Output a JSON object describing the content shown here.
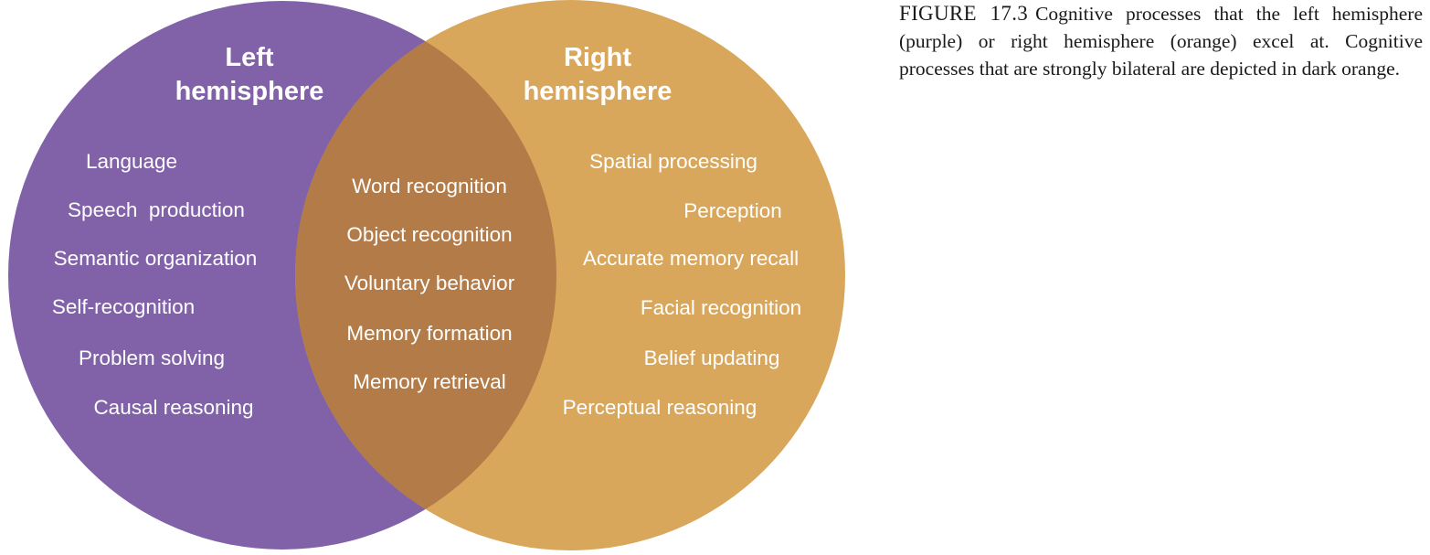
{
  "diagram": {
    "type": "venn",
    "left": {
      "title_line1": "Left",
      "title_line2": "hemisphere",
      "color": "#8162a8",
      "items": [
        "Language",
        "Speech  production",
        "Semantic organization",
        "Self-recognition",
        "Problem solving",
        "Causal reasoning"
      ]
    },
    "right": {
      "title_line1": "Right",
      "title_line2": "hemisphere",
      "color": "#d8a75c",
      "items": [
        "Spatial processing",
        "Perception",
        "Accurate memory recall",
        "Facial recognition",
        "Belief updating",
        "Perceptual reasoning"
      ]
    },
    "overlap": {
      "color": "#b27b47",
      "items": [
        "Word recognition",
        "Object recognition",
        "Voluntary behavior",
        "Memory formation",
        "Memory retrieval"
      ]
    }
  },
  "caption": {
    "label": "FIGURE 17.3",
    "text": "Cognitive processes that the left hemisphere (purple) or right hemisphere (orange) excel at. Cognitive processes that are strongly bilateral are depicted in dark orange."
  }
}
